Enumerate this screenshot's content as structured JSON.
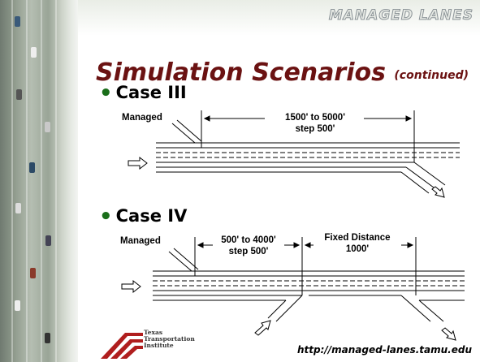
{
  "brand": "MANAGED LANES",
  "title": {
    "main": "Simulation Scenarios",
    "sub": "(continued)"
  },
  "case3": {
    "heading": "Case III",
    "managed_label": "Managed",
    "distance_label_line1": "1500' to 5000'",
    "distance_label_line2": "step 500'"
  },
  "case4": {
    "heading": "Case IV",
    "managed_label": "Managed",
    "distance_label_line1": "500' to 4000'",
    "distance_label_line2": "step 500'",
    "fixed_label_line1": "Fixed Distance",
    "fixed_label_line2": "1000'"
  },
  "logo": {
    "line1": "Texas",
    "line2": "Transportation",
    "line3": "Institute",
    "accent_color": "#b01e1e"
  },
  "footer_url": "http://managed-lanes.tamu.edu",
  "colors": {
    "title": "#6b1212",
    "bullet": "#1a6e1a"
  }
}
